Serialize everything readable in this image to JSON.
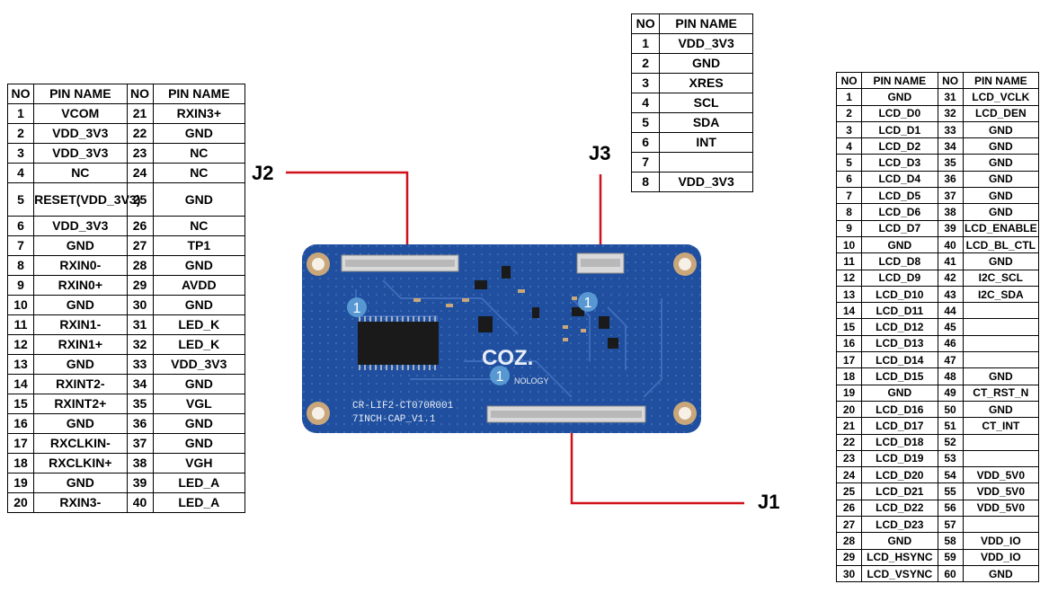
{
  "labels": {
    "j1": "J1",
    "j2": "J2",
    "j3": "J3"
  },
  "board": {
    "silk_line1": "CR-LIF2-CT070R001",
    "silk_line2": "7INCH-CAP_V1.1",
    "logo": "COZ.",
    "logo_sub": "NOLOGY",
    "marker": "1",
    "color": "#1f4f9e"
  },
  "j2_table": {
    "headers": [
      "NO",
      "PIN NAME",
      "NO",
      "PIN NAME"
    ],
    "rows": [
      [
        "1",
        "VCOM",
        "21",
        "RXIN3+"
      ],
      [
        "2",
        "VDD_3V3",
        "22",
        "GND"
      ],
      [
        "3",
        "VDD_3V3",
        "23",
        "NC"
      ],
      [
        "4",
        "NC",
        "24",
        "NC"
      ],
      [
        "5",
        "RESET(VDD_3V3)",
        "25",
        "GND"
      ],
      [
        "6",
        "VDD_3V3",
        "26",
        "NC"
      ],
      [
        "7",
        "GND",
        "27",
        "TP1"
      ],
      [
        "8",
        "RXIN0-",
        "28",
        "GND"
      ],
      [
        "9",
        "RXIN0+",
        "29",
        "AVDD"
      ],
      [
        "10",
        "GND",
        "30",
        "GND"
      ],
      [
        "11",
        "RXIN1-",
        "31",
        "LED_K"
      ],
      [
        "12",
        "RXIN1+",
        "32",
        "LED_K"
      ],
      [
        "13",
        "GND",
        "33",
        "VDD_3V3"
      ],
      [
        "14",
        "RXINT2-",
        "34",
        "GND"
      ],
      [
        "15",
        "RXINT2+",
        "35",
        "VGL"
      ],
      [
        "16",
        "GND",
        "36",
        "GND"
      ],
      [
        "17",
        "RXCLKIN-",
        "37",
        "GND"
      ],
      [
        "18",
        "RXCLKIN+",
        "38",
        "VGH"
      ],
      [
        "19",
        "GND",
        "39",
        "LED_A"
      ],
      [
        "20",
        "RXIN3-",
        "40",
        "LED_A"
      ]
    ]
  },
  "j3_table": {
    "headers": [
      "NO",
      "PIN NAME"
    ],
    "rows": [
      [
        "1",
        "VDD_3V3"
      ],
      [
        "2",
        "GND"
      ],
      [
        "3",
        "XRES"
      ],
      [
        "4",
        "SCL"
      ],
      [
        "5",
        "SDA"
      ],
      [
        "6",
        "INT"
      ],
      [
        "7",
        ""
      ],
      [
        "8",
        "VDD_3V3"
      ]
    ]
  },
  "j1_table": {
    "headers": [
      "NO",
      "PIN NAME",
      "NO",
      "PIN NAME"
    ],
    "rows": [
      [
        "1",
        "GND",
        "31",
        "LCD_VCLK"
      ],
      [
        "2",
        "LCD_D0",
        "32",
        "LCD_DEN"
      ],
      [
        "3",
        "LCD_D1",
        "33",
        "GND"
      ],
      [
        "4",
        "LCD_D2",
        "34",
        "GND"
      ],
      [
        "5",
        "LCD_D3",
        "35",
        "GND"
      ],
      [
        "6",
        "LCD_D4",
        "36",
        "GND"
      ],
      [
        "7",
        "LCD_D5",
        "37",
        "GND"
      ],
      [
        "8",
        "LCD_D6",
        "38",
        "GND"
      ],
      [
        "9",
        "LCD_D7",
        "39",
        "LCD_ENABLE"
      ],
      [
        "10",
        "GND",
        "40",
        "LCD_BL_CTL"
      ],
      [
        "11",
        "LCD_D8",
        "41",
        "GND"
      ],
      [
        "12",
        "LCD_D9",
        "42",
        "I2C_SCL"
      ],
      [
        "13",
        "LCD_D10",
        "43",
        "I2C_SDA"
      ],
      [
        "14",
        "LCD_D11",
        "44",
        ""
      ],
      [
        "15",
        "LCD_D12",
        "45",
        ""
      ],
      [
        "16",
        "LCD_D13",
        "46",
        ""
      ],
      [
        "17",
        "LCD_D14",
        "47",
        ""
      ],
      [
        "18",
        "LCD_D15",
        "48",
        "GND"
      ],
      [
        "19",
        "GND",
        "49",
        "CT_RST_N"
      ],
      [
        "20",
        "LCD_D16",
        "50",
        "GND"
      ],
      [
        "21",
        "LCD_D17",
        "51",
        "CT_INT"
      ],
      [
        "22",
        "LCD_D18",
        "52",
        ""
      ],
      [
        "23",
        "LCD_D19",
        "53",
        ""
      ],
      [
        "24",
        "LCD_D20",
        "54",
        "VDD_5V0"
      ],
      [
        "25",
        "LCD_D21",
        "55",
        "VDD_5V0"
      ],
      [
        "26",
        "LCD_D22",
        "56",
        "VDD_5V0"
      ],
      [
        "27",
        "LCD_D23",
        "57",
        ""
      ],
      [
        "28",
        "GND",
        "58",
        "VDD_IO"
      ],
      [
        "29",
        "LCD_HSYNC",
        "59",
        "VDD_IO"
      ],
      [
        "30",
        "LCD_VSYNC",
        "60",
        "GND"
      ]
    ]
  }
}
